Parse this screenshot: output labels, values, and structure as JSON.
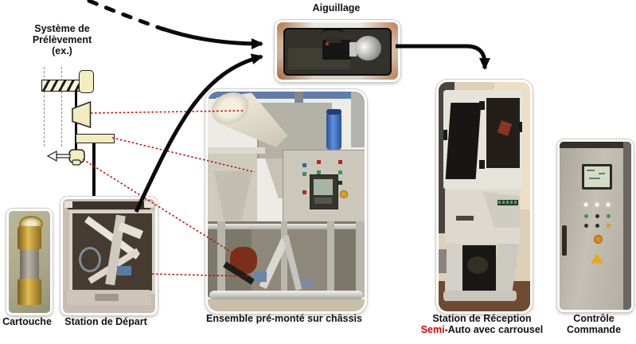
{
  "title_labels": {
    "sampling_system_lines": [
      "Système de",
      "Prélèvement",
      "(ex.)"
    ],
    "aiguillage": "Aiguillage"
  },
  "captions": {
    "cartouche": "Cartouche",
    "station_depart": "Station de Départ",
    "ensemble": "Ensemble pré-monté sur châssis",
    "reception_line1": "Station de Réception",
    "reception_semi": "Semi",
    "reception_line2_rest": "-Auto avec carrousel",
    "controle_lines": [
      "Contrôle",
      "Commande"
    ]
  },
  "connections": [
    {
      "from": "systeme-de-prelevement",
      "to": "aiguillage",
      "style": "dashed-then-solid-black-arrow"
    },
    {
      "from": "station-de-depart",
      "to": "aiguillage",
      "style": "solid-black-arrow"
    },
    {
      "from": "aiguillage",
      "to": "station-de-reception",
      "style": "solid-black-arrow"
    },
    {
      "from": "symbole-vanne-prelevement",
      "to": "ensemble-pre-monte",
      "style": "red-dotted"
    },
    {
      "from": "symbole-tiroir",
      "to": "ensemble-pre-monte",
      "style": "red-dotted"
    },
    {
      "from": "symbole-sonde-sortie",
      "to": "ensemble-pre-monte",
      "style": "red-dotted"
    },
    {
      "from": "station-de-depart",
      "to": "ensemble-pre-monte",
      "style": "red-dotted"
    }
  ],
  "colors": {
    "semi_red": "#d40000",
    "dotted_reference_line": "#c80000",
    "flow_line": "#0a0a0a",
    "schematic_fill": "#f2ecbe",
    "caption_text": "#111111"
  }
}
